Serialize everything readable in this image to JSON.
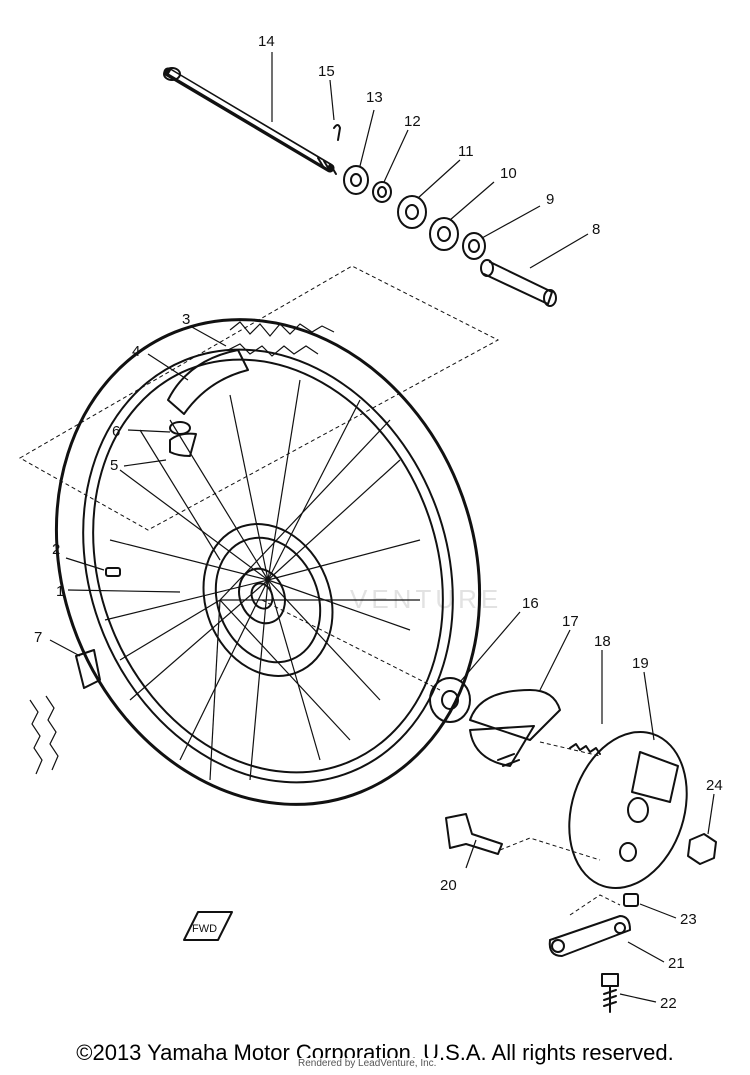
{
  "diagram": {
    "callouts": [
      {
        "id": "c1",
        "label": "1"
      },
      {
        "id": "c2",
        "label": "2"
      },
      {
        "id": "c3",
        "label": "3"
      },
      {
        "id": "c4",
        "label": "4"
      },
      {
        "id": "c5",
        "label": "5"
      },
      {
        "id": "c6",
        "label": "6"
      },
      {
        "id": "c7",
        "label": "7"
      },
      {
        "id": "c8",
        "label": "8"
      },
      {
        "id": "c9",
        "label": "9"
      },
      {
        "id": "c10",
        "label": "10"
      },
      {
        "id": "c11",
        "label": "11"
      },
      {
        "id": "c12",
        "label": "12"
      },
      {
        "id": "c13",
        "label": "13"
      },
      {
        "id": "c14",
        "label": "14"
      },
      {
        "id": "c15",
        "label": "15"
      },
      {
        "id": "c16",
        "label": "16"
      },
      {
        "id": "c17",
        "label": "17"
      },
      {
        "id": "c18",
        "label": "18"
      },
      {
        "id": "c19",
        "label": "19"
      },
      {
        "id": "c20",
        "label": "20"
      },
      {
        "id": "c21",
        "label": "21"
      },
      {
        "id": "c22",
        "label": "22"
      },
      {
        "id": "c23",
        "label": "23"
      },
      {
        "id": "c24",
        "label": "24"
      }
    ],
    "direction_marker": "FWD",
    "watermark": "VENTURE"
  },
  "footer": {
    "copyright": "©2013 Yamaha Motor Corporation, U.S.A. All rights reserved.",
    "credit": "Rendered by LeadVenture, Inc."
  }
}
